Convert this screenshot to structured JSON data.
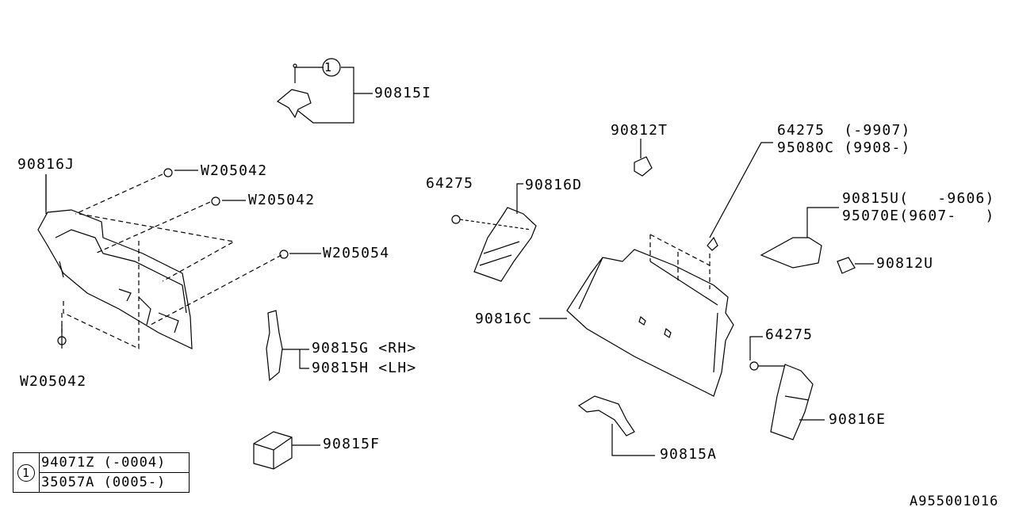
{
  "callout_marker": "1",
  "labels": {
    "p90815I": "90815I",
    "p90816J": "90816J",
    "w205042_a": "W205042",
    "w205042_b": "W205042",
    "w205054": "W205054",
    "w205042_c": "W205042",
    "p64275_a": "64275",
    "p90816D": "90816D",
    "p90812T": "90812T",
    "p64275_b": "64275  (-9907)",
    "p95080C": "95080C (9908-)",
    "p90815U": "90815U(   -9606)",
    "p95070E": "95070E(9607-   )",
    "p90812U": "90812U",
    "p90816C": "90816C",
    "p64275_c": "64275",
    "p90815G": "90815G <RH>",
    "p90815H": "90815H <LH>",
    "p90816E": "90816E",
    "p90815F": "90815F",
    "p90815A": "90815A",
    "diagram_id": "A955001016"
  },
  "legend": {
    "marker": "1",
    "rows": [
      "94071Z (-0004)",
      "35057A (0005-)"
    ]
  }
}
